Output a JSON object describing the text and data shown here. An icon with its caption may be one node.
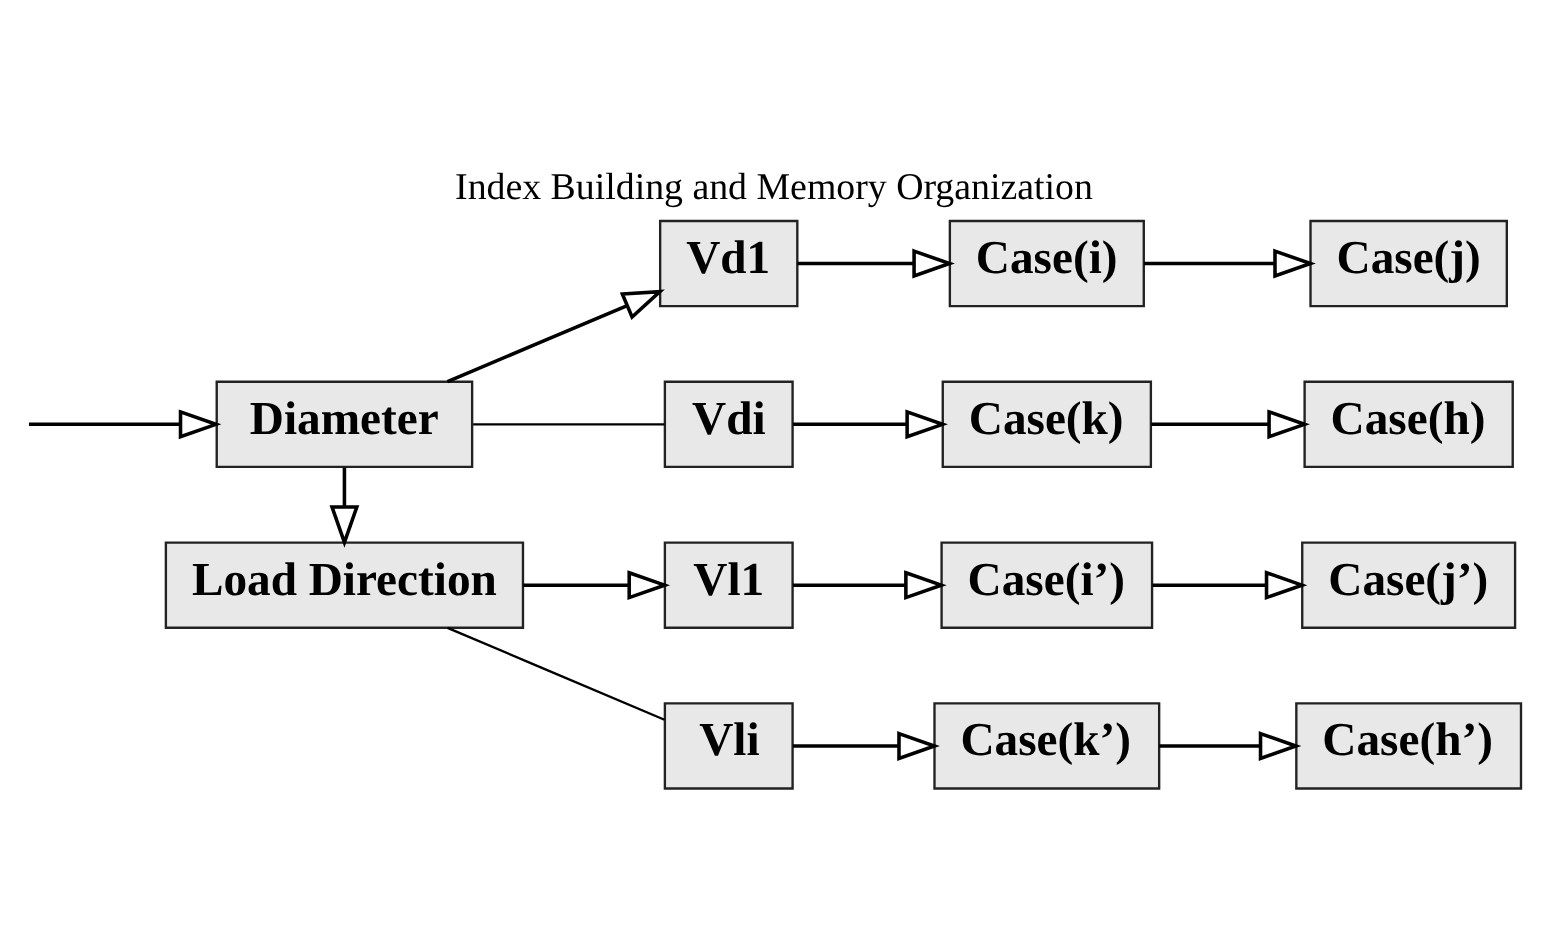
{
  "diagram": {
    "title": "Index Building and Memory Organization",
    "nodes": [
      {
        "text": [
          "Diameter"
        ]
      },
      {
        "text": [
          "Vd1"
        ]
      },
      {
        "text": [
          "Case(i)"
        ]
      },
      {
        "text": [
          "Case(j)"
        ]
      },
      {
        "text": [
          "Vdi"
        ]
      },
      {
        "text": [
          "Case(k)"
        ]
      },
      {
        "text": [
          "Case(h)"
        ]
      },
      {
        "text": [
          "Load Direction"
        ]
      },
      {
        "text": [
          "Vl1"
        ]
      },
      {
        "text": [
          "Case(i’)"
        ]
      },
      {
        "text": [
          "Case(j’)"
        ]
      },
      {
        "text": [
          "Vli"
        ]
      },
      {
        "text": [
          "Case(k’)"
        ]
      },
      {
        "text": [
          "Case(h’)"
        ]
      }
    ],
    "edges": [
      {
        "from": null,
        "to": 0,
        "arrow": "to"
      },
      {
        "from": 0,
        "to": 1,
        "arrow": "to"
      },
      {
        "from": 1,
        "to": 2,
        "arrow": "to"
      },
      {
        "from": 2,
        "to": 3,
        "arrow": "to"
      },
      {
        "from": 0,
        "to": 4,
        "arrow": "none"
      },
      {
        "from": 4,
        "to": 5,
        "arrow": "to"
      },
      {
        "from": 5,
        "to": 6,
        "arrow": "to"
      },
      {
        "from": 0,
        "to": 7,
        "arrow": "to"
      },
      {
        "from": 7,
        "to": 8,
        "arrow": "to"
      },
      {
        "from": 8,
        "to": 9,
        "arrow": "to"
      },
      {
        "from": 9,
        "to": 10,
        "arrow": "to"
      },
      {
        "from": 7,
        "to": 11,
        "arrow": "none"
      },
      {
        "from": 11,
        "to": 12,
        "arrow": "to"
      },
      {
        "from": 12,
        "to": 13,
        "arrow": "to"
      }
    ]
  }
}
